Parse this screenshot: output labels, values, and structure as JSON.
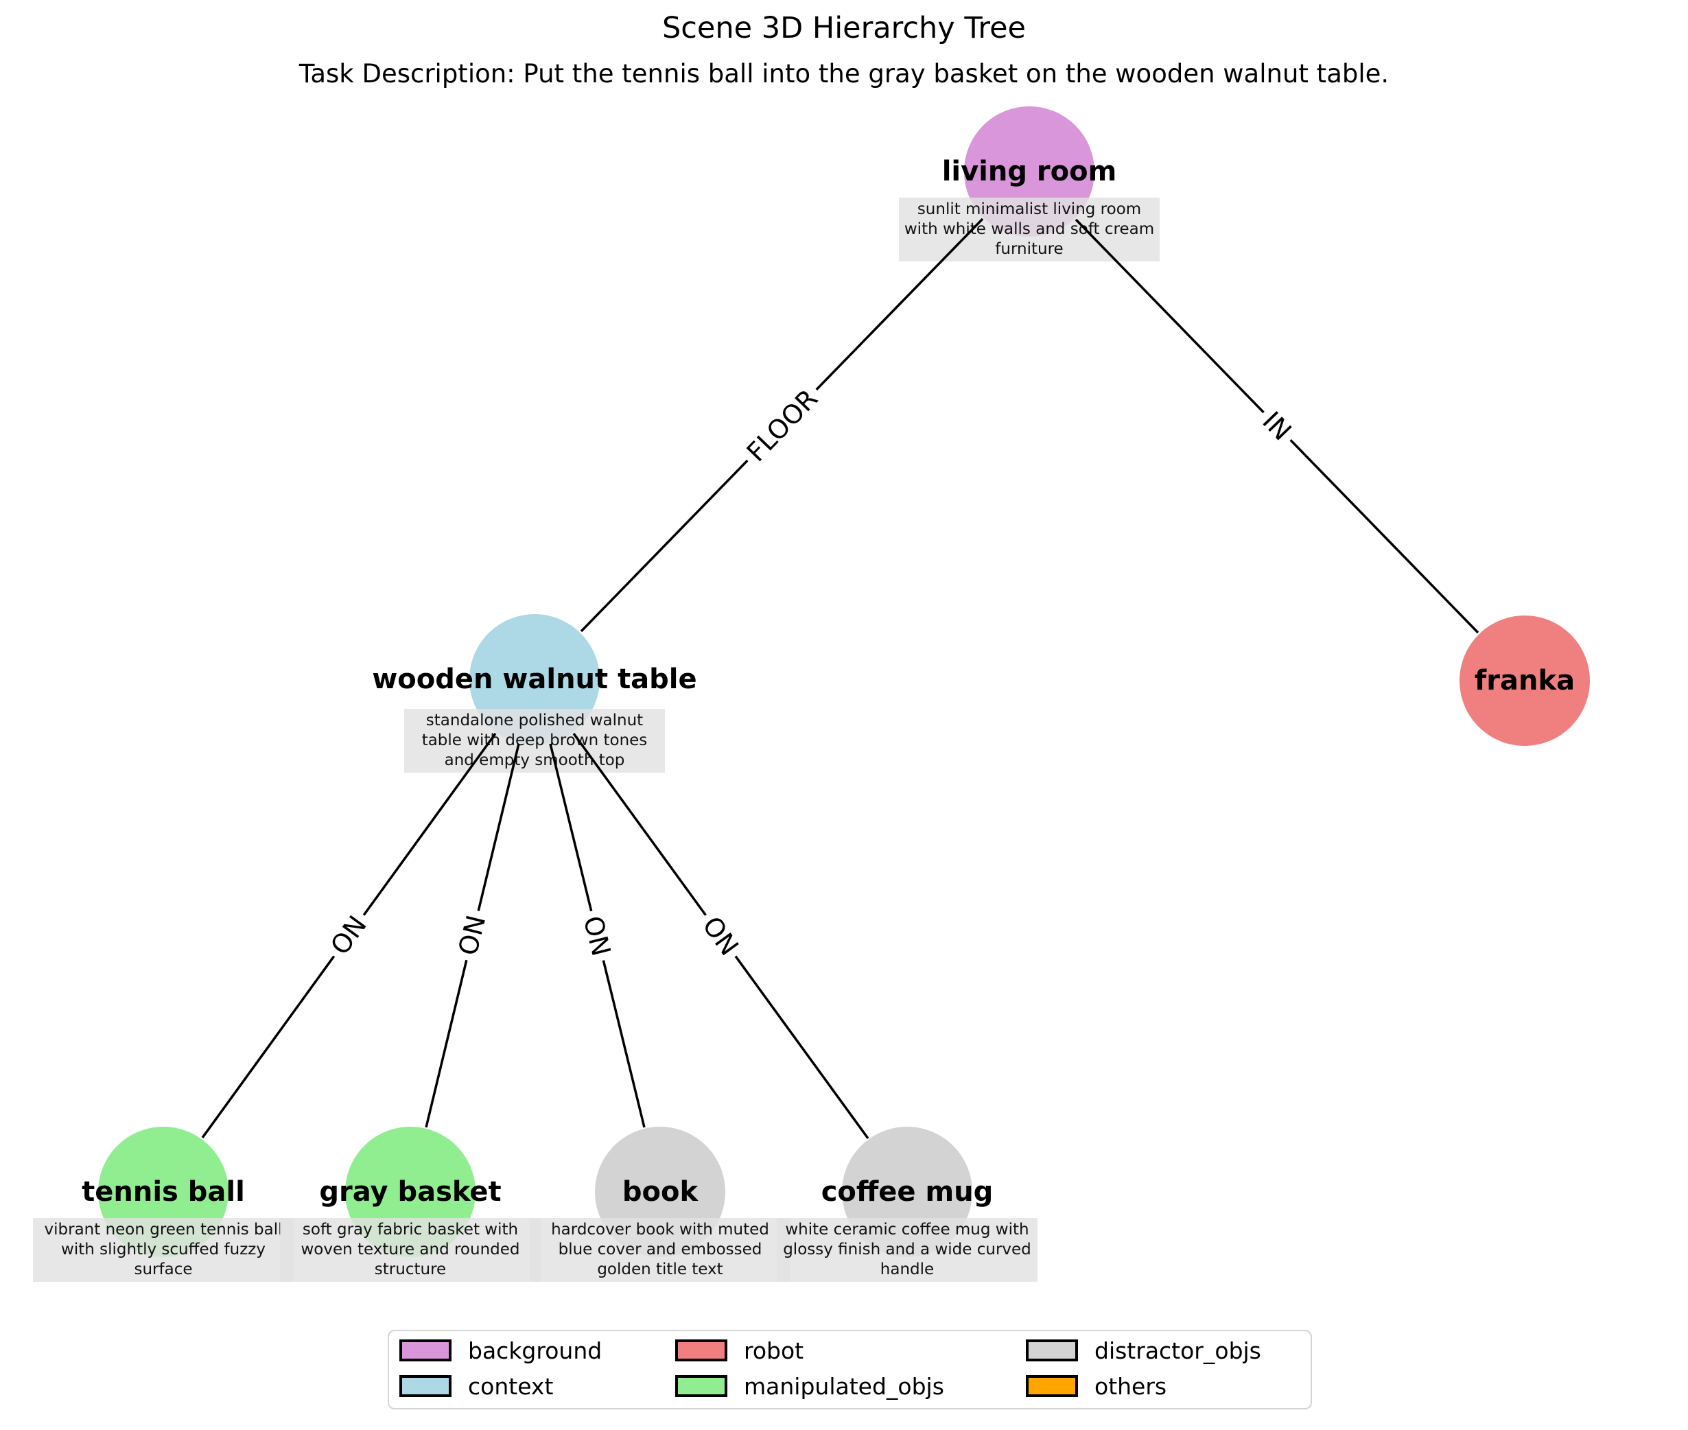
{
  "title": "Scene 3D Hierarchy Tree",
  "subtitle": "Task Description: Put the tennis ball into the gray basket on the wooden walnut table.",
  "nodes": {
    "living_room": {
      "label": "living room",
      "desc": "sunlit minimalist living room with white walls and soft cream furniture",
      "color": "#DA96DA",
      "category": "background"
    },
    "table": {
      "label": "wooden walnut table",
      "desc": "standalone polished walnut table with deep brown tones and empty smooth top",
      "color": "#ADD8E6",
      "category": "context"
    },
    "franka": {
      "label": "franka",
      "color": "#F08080",
      "category": "robot"
    },
    "tennis_ball": {
      "label": "tennis ball",
      "desc": "vibrant neon green tennis ball with slightly scuffed fuzzy surface",
      "color": "#90EE90",
      "category": "manipulated_objs"
    },
    "gray_basket": {
      "label": "gray basket",
      "desc": "soft gray fabric basket with woven texture and rounded structure",
      "color": "#90EE90",
      "category": "manipulated_objs"
    },
    "book": {
      "label": "book",
      "desc": "hardcover book with muted blue cover and embossed golden title text",
      "color": "#D3D3D3",
      "category": "distractor_objs"
    },
    "coffee_mug": {
      "label": "coffee mug",
      "desc": "white ceramic coffee mug with glossy finish and a wide curved handle",
      "color": "#D3D3D3",
      "category": "distractor_objs"
    }
  },
  "edges": {
    "floor": {
      "label": "FLOOR",
      "from": "living room",
      "to": "wooden walnut table"
    },
    "in": {
      "label": "IN",
      "from": "living room",
      "to": "franka"
    },
    "on_tennis_ball": {
      "label": "ON",
      "from": "wooden walnut table",
      "to": "tennis ball"
    },
    "on_gray_basket": {
      "label": "ON",
      "from": "wooden walnut table",
      "to": "gray basket"
    },
    "on_book": {
      "label": "ON",
      "from": "wooden walnut table",
      "to": "book"
    },
    "on_coffee_mug": {
      "label": "ON",
      "from": "wooden walnut table",
      "to": "coffee mug"
    }
  },
  "legend": {
    "items": [
      {
        "label": "background",
        "color": "#DA96DA"
      },
      {
        "label": "context",
        "color": "#ADD8E6"
      },
      {
        "label": "robot",
        "color": "#F08080"
      },
      {
        "label": "manipulated_objs",
        "color": "#90EE90"
      },
      {
        "label": "distractor_objs",
        "color": "#D3D3D3"
      },
      {
        "label": "others",
        "color": "#FFA500"
      }
    ]
  }
}
